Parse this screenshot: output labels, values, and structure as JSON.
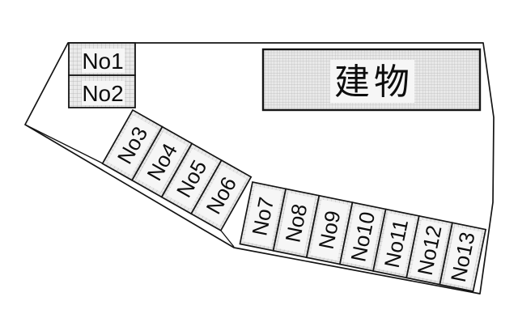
{
  "diagram": {
    "building": {
      "label": "建物"
    },
    "parking_rows": {
      "top": [
        {
          "label": "No1"
        },
        {
          "label": "No2"
        }
      ],
      "diagonal": [
        {
          "label": "No3"
        },
        {
          "label": "No4"
        },
        {
          "label": "No5"
        },
        {
          "label": "No6"
        }
      ],
      "bottom": [
        {
          "label": "No7"
        },
        {
          "label": "No8"
        },
        {
          "label": "No9"
        },
        {
          "label": "No10"
        },
        {
          "label": "No11"
        },
        {
          "label": "No12"
        },
        {
          "label": "No13"
        }
      ]
    },
    "colors": {
      "outline": "#141414",
      "hatch_line": "#b0b0b0",
      "hatch_bg": "#eaeaea",
      "label_bg": "#f6f6f6",
      "text": "#0d0d0d",
      "background": "#ffffff"
    }
  }
}
